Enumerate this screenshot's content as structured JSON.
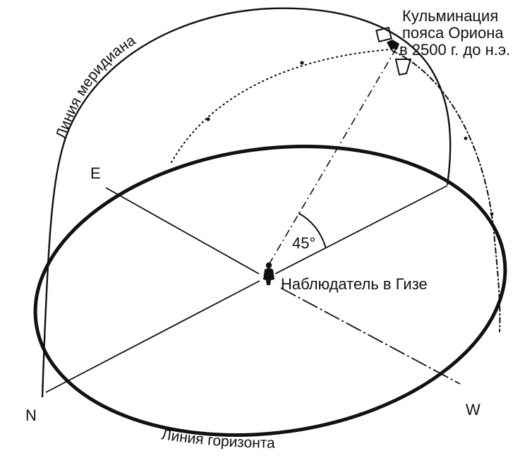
{
  "labels": {
    "culmination_line1": "Кульминация",
    "culmination_line2": "пояса Ориона",
    "culmination_line3": "в 2500 г. до н.э.",
    "meridian": "Линия меридиана",
    "horizon": "Линия горизонта",
    "observer": "Наблюдатель в Гизе",
    "angle": "45°",
    "east": "E",
    "west": "W",
    "north": "N"
  },
  "colors": {
    "ink": "#111111",
    "background": "#ffffff"
  }
}
